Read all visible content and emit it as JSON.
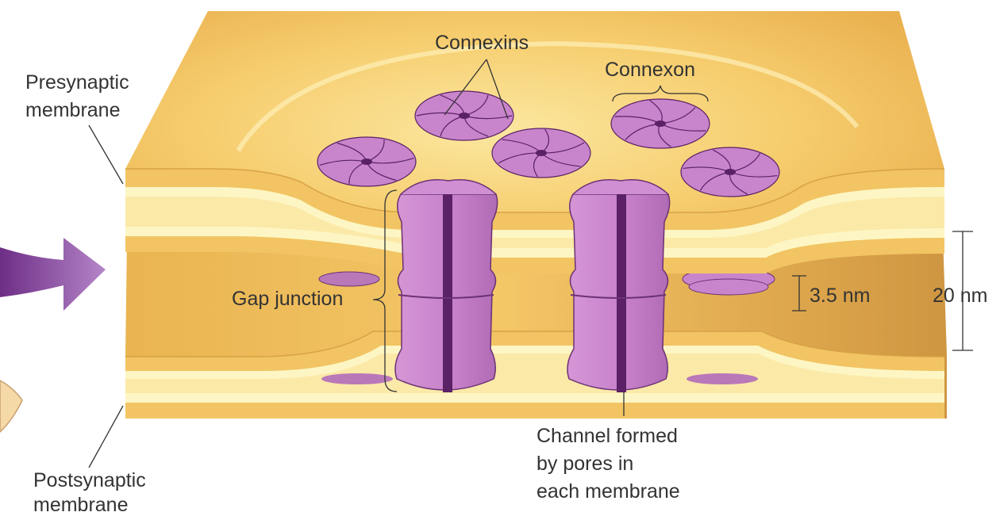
{
  "labels": {
    "presynaptic": [
      "Presynaptic",
      "membrane"
    ],
    "postsynaptic": [
      "Postsynaptic",
      "membrane"
    ],
    "connexins": "Connexins",
    "connexon": "Connexon",
    "gap_junction": "Gap junction",
    "gap_width": "3.5 nm",
    "total_width": "20 nm",
    "channel": [
      "Channel formed",
      "by pores in",
      "each membrane"
    ]
  },
  "colors": {
    "membrane_surface": "#f5c866",
    "membrane_band": "#fdf6c4",
    "membrane_edge": "#e4ac42",
    "connexon": "#c985cc",
    "connexon_dark": "#5a2166",
    "arrow": "#8e4aa6",
    "text": "#333333"
  }
}
